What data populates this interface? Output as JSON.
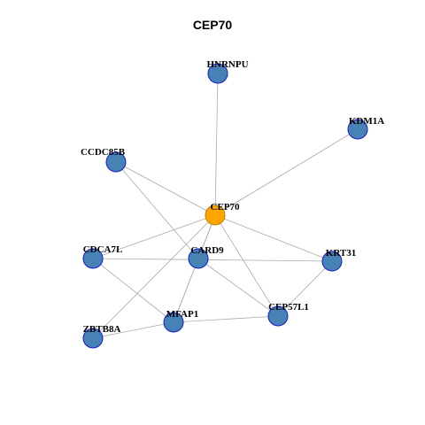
{
  "title": "CEP70",
  "colors": {
    "edge": "#aaaaaa",
    "node_fill": "#4682b4",
    "node_stroke": "#1a1acd",
    "center_fill": "#ffa500",
    "center_stroke": "#c07d00"
  },
  "nodes": [
    {
      "id": "HNRNPU",
      "label": "HNRNPU",
      "center": false
    },
    {
      "id": "KDM1A",
      "label": "KDM1A",
      "center": false
    },
    {
      "id": "CCDC85B",
      "label": "CCDC85B",
      "center": false
    },
    {
      "id": "CEP70",
      "label": "CEP70",
      "center": true
    },
    {
      "id": "CDCA7L",
      "label": "CDCA7L",
      "center": false
    },
    {
      "id": "CARD9",
      "label": "CARD9",
      "center": false
    },
    {
      "id": "KRT31",
      "label": "KRT31",
      "center": false
    },
    {
      "id": "CEP57L1",
      "label": "CEP57L1",
      "center": false
    },
    {
      "id": "MFAP1",
      "label": "MFAP1",
      "center": false
    },
    {
      "id": "ZBTB8A",
      "label": "ZBTB8A",
      "center": false
    }
  ],
  "edges": [
    [
      "CEP70",
      "HNRNPU"
    ],
    [
      "CEP70",
      "KDM1A"
    ],
    [
      "CEP70",
      "CCDC85B"
    ],
    [
      "CEP70",
      "CDCA7L"
    ],
    [
      "CEP70",
      "CARD9"
    ],
    [
      "CEP70",
      "KRT31"
    ],
    [
      "CEP70",
      "CEP57L1"
    ],
    [
      "CEP70",
      "MFAP1"
    ],
    [
      "CEP70",
      "ZBTB8A"
    ],
    [
      "CCDC85B",
      "CARD9"
    ],
    [
      "CDCA7L",
      "KRT31"
    ],
    [
      "CDCA7L",
      "MFAP1"
    ],
    [
      "CARD9",
      "MFAP1"
    ],
    [
      "CARD9",
      "CEP57L1"
    ],
    [
      "KRT31",
      "CEP57L1"
    ],
    [
      "MFAP1",
      "CEP57L1"
    ],
    [
      "MFAP1",
      "ZBTB8A"
    ]
  ]
}
